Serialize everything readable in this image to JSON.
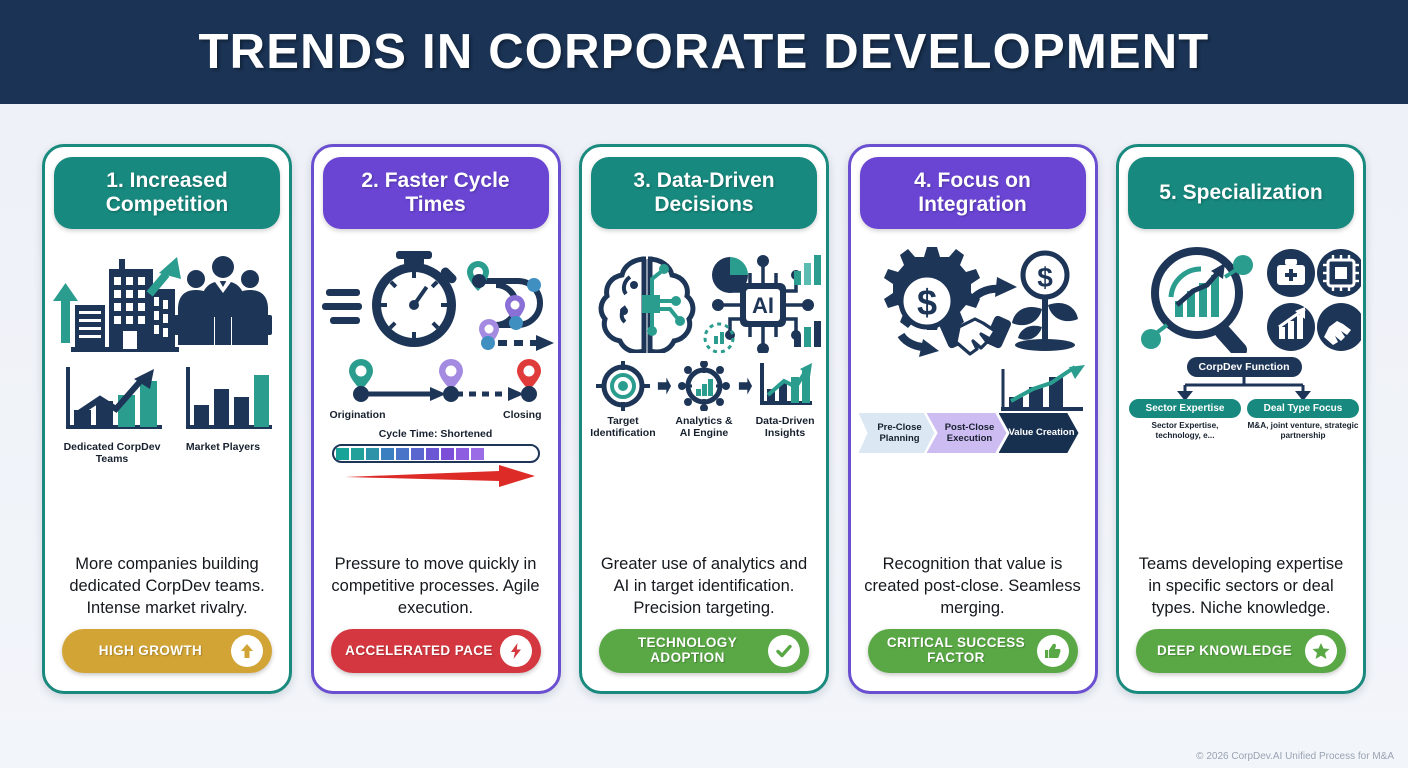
{
  "header": {
    "title": "Trends in Corporate Development"
  },
  "footer": {
    "text": "© 2026 CorpDev.AI Unified Process for M&A"
  },
  "colors": {
    "header_bg": "#1b3456",
    "teal": "#17897e",
    "purple": "#6a45d4",
    "navy": "#1d3557",
    "gold": "#d2a436",
    "red": "#d4373f",
    "green": "#59a845",
    "page_bg": "#eef1f7"
  },
  "cards": [
    {
      "title": "1. Increased Competition",
      "accent": "teal",
      "chart_labels": [
        "Dedicated CorpDev Teams",
        "Market Players"
      ],
      "body": "More companies building dedicated CorpDev teams. Intense market rivalry.",
      "badge": {
        "label": "HIGH GROWTH",
        "color": "gold",
        "icon": "arrow-up-icon"
      }
    },
    {
      "title": "2. Faster Cycle Times",
      "accent": "purple",
      "timeline": {
        "start": "Origination",
        "end": "Closing"
      },
      "progress_label": "Cycle Time: Shortened",
      "body": "Pressure to move quickly in competitive processes. Agile execution.",
      "badge": {
        "label": "ACCELERATED PACE",
        "color": "red",
        "icon": "lightning-bolt-icon"
      }
    },
    {
      "title": "3. Data-Driven Decisions",
      "accent": "teal",
      "steps": [
        "Target Identification",
        "Analytics & AI Engine",
        "Data-Driven Insights"
      ],
      "chip_label": "AI",
      "body": "Greater use of analytics and AI in target identification. Precision targeting.",
      "badge": {
        "label": "TECHNOLOGY ADOPTION",
        "color": "green",
        "icon": "check-circle-icon"
      }
    },
    {
      "title": "4. Focus on Integration",
      "accent": "purple",
      "flow": [
        "Pre-Close Planning",
        "Post-Close Execution",
        "Value Creation"
      ],
      "body": "Recognition that value is created post-close. Seamless merging.",
      "badge": {
        "label": "CRITICAL SUCCESS FACTOR",
        "color": "green",
        "icon": "thumbs-up-icon"
      }
    },
    {
      "title": "5. Specialization",
      "accent": "teal",
      "tree": {
        "root": "CorpDev Function",
        "branches": [
          {
            "label": "Sector Expertise",
            "caption": "Sector Expertise, technology, e..."
          },
          {
            "label": "Deal Type Focus",
            "caption": "M&A, joint venture, strategic partnership"
          }
        ]
      },
      "body": "Teams developing expertise in specific sectors or deal types. Niche knowledge.",
      "badge": {
        "label": "DEEP KNOWLEDGE",
        "color": "green",
        "icon": "star-circle-icon"
      }
    }
  ],
  "chart_data": [
    {
      "type": "bar",
      "title": "Dedicated CorpDev Teams",
      "categories": [
        "1",
        "2",
        "3",
        "4"
      ],
      "values": [
        28,
        48,
        62,
        88
      ],
      "colors": [
        "#1d3557",
        "#1d3557",
        "#2a9d8f",
        "#2a9d8f"
      ],
      "ylim": [
        0,
        100
      ],
      "trend": "rising-arrow"
    },
    {
      "type": "bar",
      "title": "Market Players",
      "categories": [
        "1",
        "2",
        "3",
        "4"
      ],
      "values": [
        42,
        72,
        58,
        95
      ],
      "colors": [
        "#1d3557",
        "#1d3557",
        "#2a9d8f",
        "#2a9d8f"
      ],
      "ylim": [
        0,
        100
      ]
    },
    {
      "type": "bar",
      "title": "Value Creation",
      "categories": [
        "1",
        "2",
        "3"
      ],
      "values": [
        38,
        62,
        92
      ],
      "colors": [
        "#1d3557",
        "#1d3557",
        "#1d3557"
      ],
      "ylim": [
        0,
        100
      ],
      "trend": "rising-arrow"
    }
  ]
}
